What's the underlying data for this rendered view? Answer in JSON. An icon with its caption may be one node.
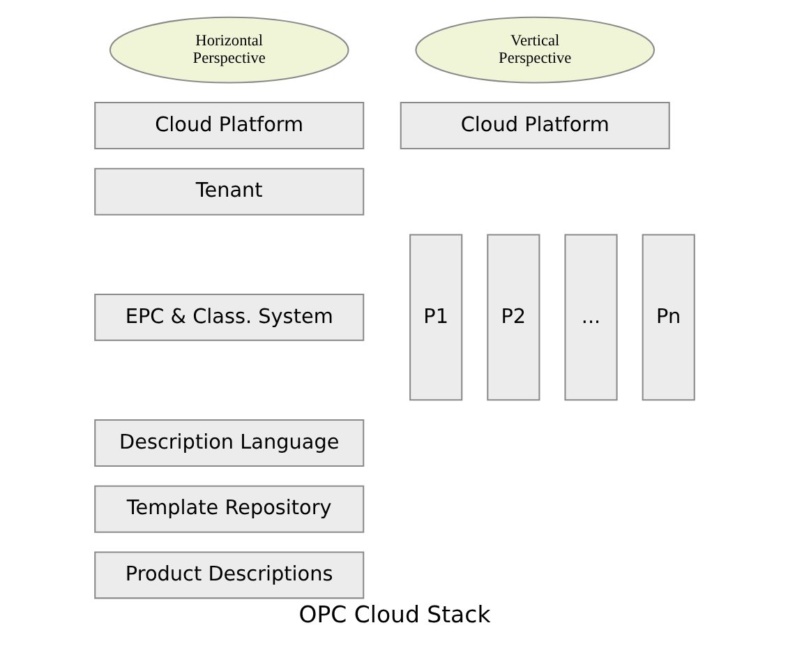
{
  "diagram": {
    "caption": "OPC Cloud Stack",
    "nodes": [
      {
        "text": [
          "Horizontal Perspective"
        ]
      },
      {
        "text": [
          "Cloud Platform"
        ]
      },
      {
        "text": [
          "Tenant"
        ]
      },
      {
        "text": [
          "EPC & Class. System"
        ]
      },
      {
        "text": [
          "Description Language"
        ]
      },
      {
        "text": [
          "Template Repository"
        ]
      },
      {
        "text": [
          "Product Descriptions"
        ]
      },
      {
        "text": [
          "Vertical Perspective"
        ]
      },
      {
        "text": [
          "Cloud Platform"
        ]
      },
      {
        "text": [
          "P1"
        ]
      },
      {
        "text": [
          "P2"
        ]
      },
      {
        "text": [
          "..."
        ]
      },
      {
        "text": [
          "Pn"
        ]
      }
    ]
  }
}
